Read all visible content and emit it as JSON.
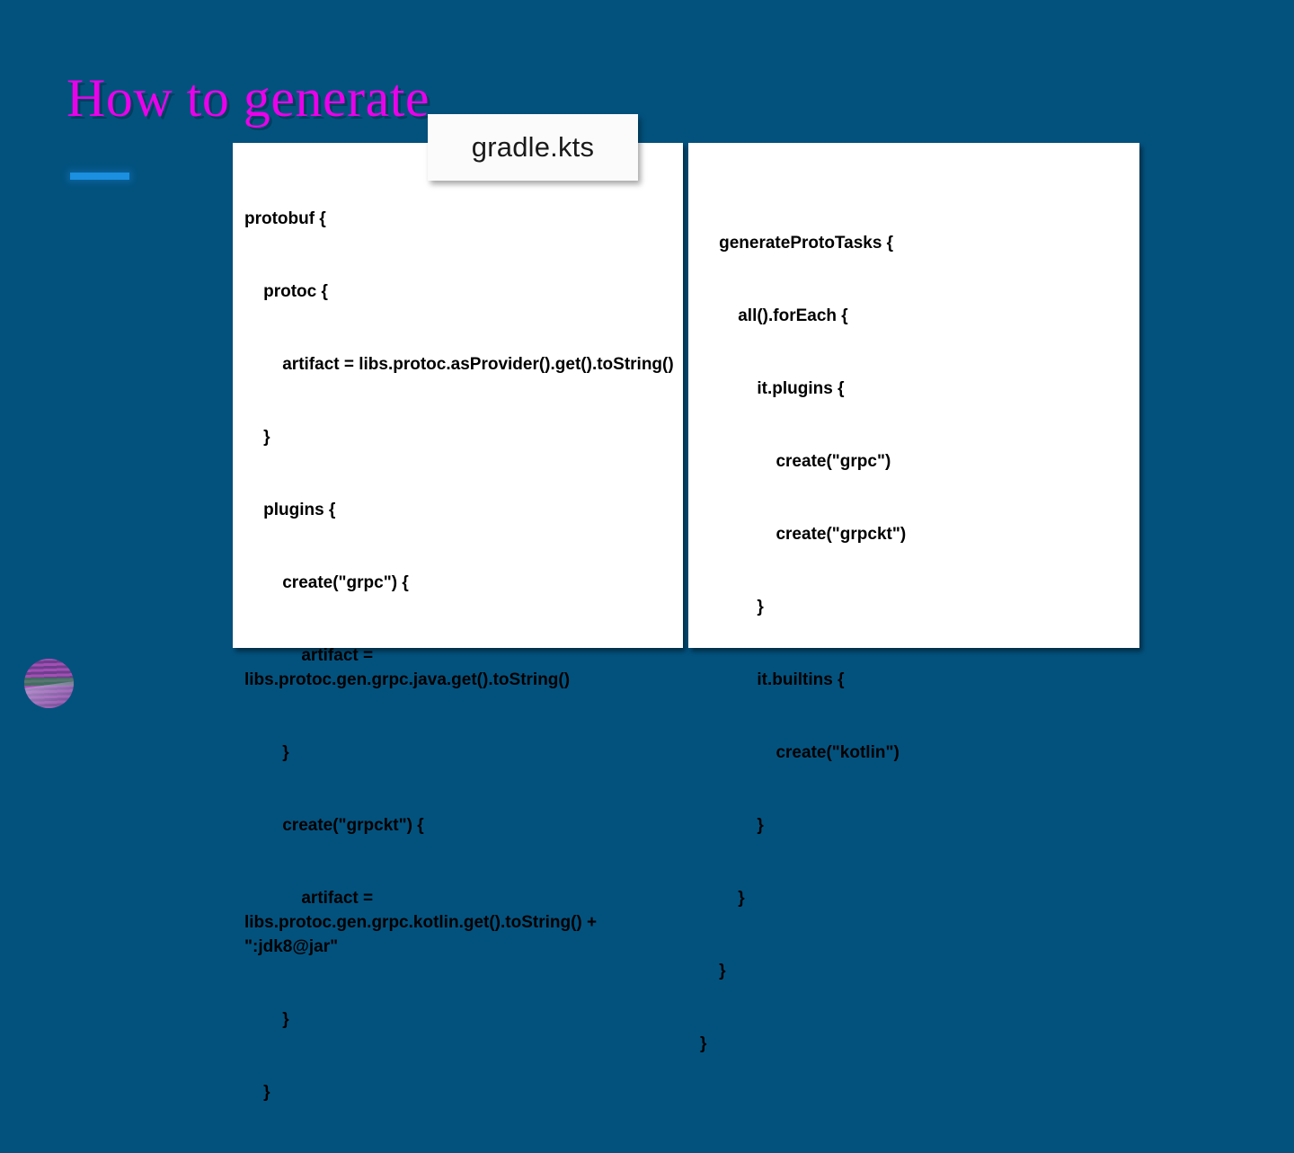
{
  "slide": {
    "title": "How to generate",
    "background_color": "#03527e",
    "title_color": "#ea00ea",
    "accent_color": "#1b8fe0"
  },
  "file_tab": {
    "label": "gradle.kts"
  },
  "code_panels": {
    "left": {
      "lines": [
        "protobuf {",
        "    protoc {",
        "        artifact = libs.protoc.asProvider().get().toString()",
        "    }",
        "    plugins {",
        "        create(\"grpc\") {",
        "            artifact = libs.protoc.gen.grpc.java.get().toString()",
        "        }",
        "        create(\"grpckt\") {",
        "            artifact = libs.protoc.gen.grpc.kotlin.get().toString() + \":jdk8@jar\"",
        "        }",
        "    }"
      ]
    },
    "right": {
      "lines": [
        "    generateProtoTasks {",
        "        all().forEach {",
        "            it.plugins {",
        "                create(\"grpc\")",
        "                create(\"grpckt\")",
        "            }",
        "            it.builtins {",
        "                create(\"kotlin\")",
        "            }",
        "        }",
        "    }",
        "}"
      ]
    }
  },
  "logo": {
    "alt": "presentation-logo"
  }
}
